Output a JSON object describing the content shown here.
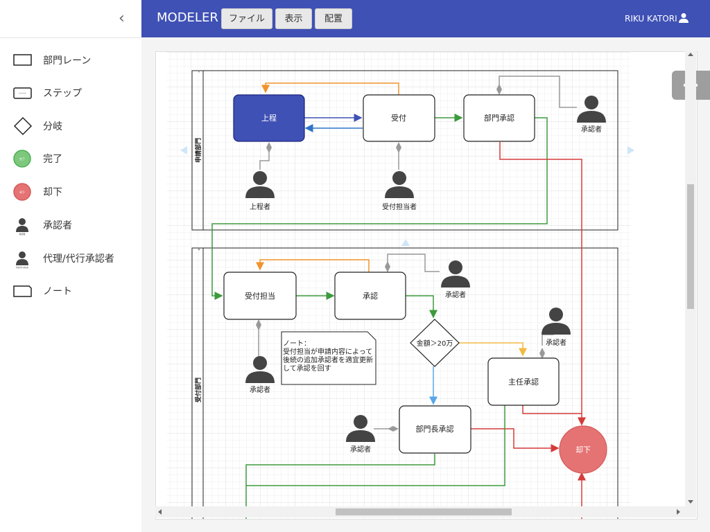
{
  "sidebar": {
    "collapse_glyph": "‹",
    "items": [
      {
        "label": "部門レーン",
        "icon": "lane-icon"
      },
      {
        "label": "ステップ",
        "icon": "step-icon"
      },
      {
        "label": "分岐",
        "icon": "diamond-icon"
      },
      {
        "label": "完了",
        "icon": "complete-icon"
      },
      {
        "label": "却下",
        "icon": "reject-icon"
      },
      {
        "label": "承認者",
        "icon": "approver-icon"
      },
      {
        "label": "代理/代行承認者",
        "icon": "proxy-approver-icon"
      },
      {
        "label": "ノート",
        "icon": "note-icon"
      }
    ],
    "complete_icon_label": "完了",
    "reject_icon_label": "却下",
    "approver_icon_label": "承認者",
    "proxy_icon_label": "代理/代行承認者"
  },
  "header": {
    "title": "MODELER",
    "menus": [
      "ファイル",
      "表示",
      "配置"
    ],
    "user": "RIKU KATORI",
    "colors": {
      "header": "#3f51b5"
    }
  },
  "diagram": {
    "lanes": [
      {
        "label": "申請部門"
      },
      {
        "label": "受付部門"
      }
    ],
    "steps": {
      "jotei": "上程",
      "uketsuke": "受付",
      "bumon_shonin": "部門承認",
      "uketsuke_tanto": "受付担当",
      "shonin": "承認",
      "shunin_shonin": "主任承認",
      "bumoncho_shonin": "部門長承認"
    },
    "branch": "金額＞20万",
    "reject": "却下",
    "persons": {
      "jotei_sha": "上程者",
      "uketsuke_tanto_sha": "受付担当者",
      "shonin_sha": "承認者"
    },
    "note_lines": [
      "ノート：",
      "受付担当が申請内容によって",
      "後続の追加承認者を適宜更新",
      "して承認を回す"
    ],
    "colors": {
      "selected_step": "#3f51b5",
      "flow_green": "#3d9a3d",
      "flow_orange": "#f0932b",
      "flow_red": "#d63a3a",
      "flow_blue": "#2e73c8",
      "flow_yellow": "#f4b942",
      "flow_lightblue": "#5aa7e8",
      "reject_fill": "#e57373"
    }
  }
}
